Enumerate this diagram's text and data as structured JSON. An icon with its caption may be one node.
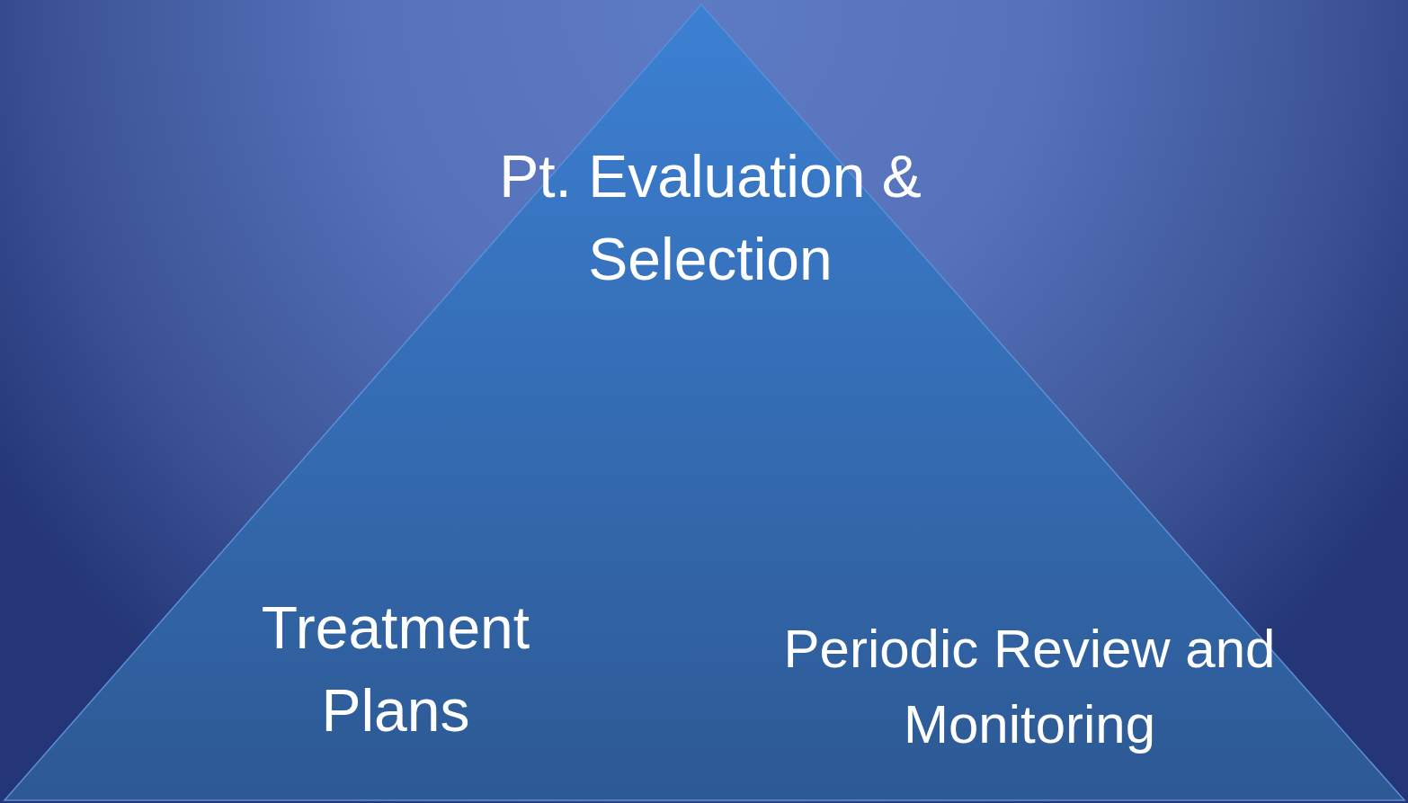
{
  "diagram": {
    "nodes": [
      {
        "text": [
          "Pt. Evaluation & Selection",
          "Treatment Plans",
          "Periodic Review and Monitoring"
        ]
      }
    ]
  }
}
